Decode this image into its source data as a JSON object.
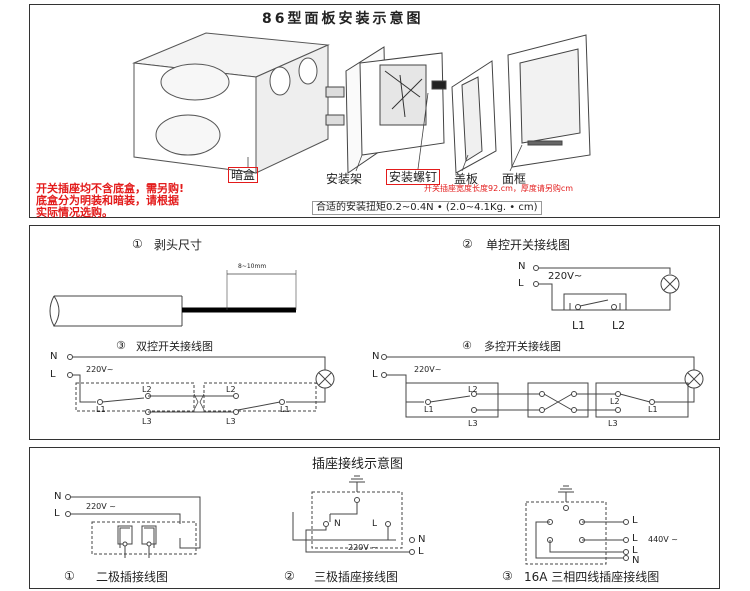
{
  "install": {
    "title": "86型面板安装示意图",
    "box_label": "暗盒",
    "mount_label": "安装架",
    "screw_label": "安装螺钉",
    "cover_label": "盖板",
    "frame_label": "面框",
    "note": "开关插座均不含底盒，需另购!\n底盒分为明装和暗装，请根据\n实际情况选购。",
    "dim_note": "开关插座宽度长度92.cm，厚度请另购cm",
    "torque": "合适的安装扭矩0.2~0.4N • (2.0~4.1Kg. • cm)"
  },
  "switch_wiring": {
    "s1_num": "①",
    "s1_title": "剥头尺寸",
    "strip_dim": "8~10mm",
    "s2_num": "②",
    "s2_title": "单控开关接线图",
    "s3_num": "③",
    "s3_title": "双控开关接线图",
    "s4_num": "④",
    "s4_title": "多控开关接线图",
    "n": "N",
    "l": "L",
    "voltage": "220V~",
    "l1": "L1",
    "l2": "L2",
    "l3": "L3"
  },
  "socket_wiring": {
    "title": "插座接线示意图",
    "c1_num": "①",
    "c1_title": "二极插接线图",
    "c2_num": "②",
    "c2_title": "三极插座接线图",
    "c3_num": "③",
    "c3_title": "16A 三相四线插座接线图",
    "n": "N",
    "l": "L",
    "voltage": "220V ~",
    "voltage3": "440V ~"
  }
}
